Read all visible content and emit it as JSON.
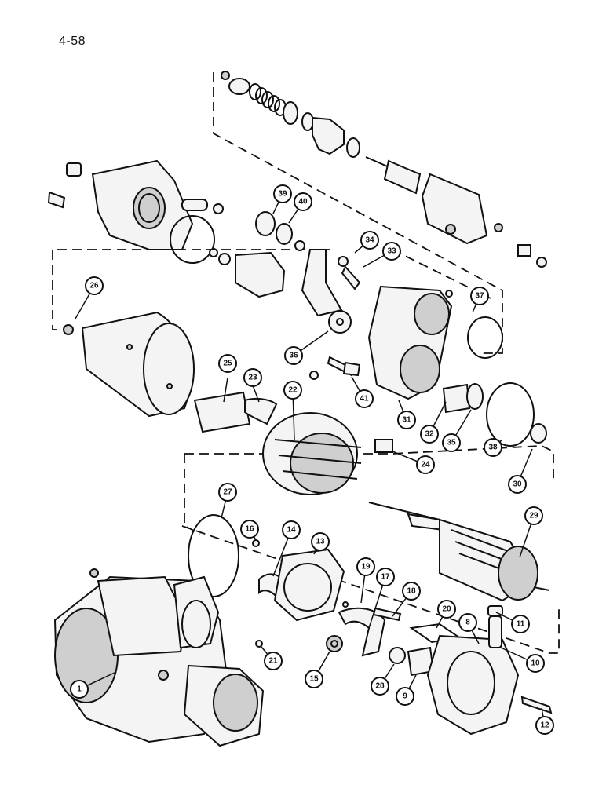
{
  "page": {
    "number": "4-58"
  },
  "callouts": [
    {
      "id": "1",
      "label": "1"
    },
    {
      "id": "8",
      "label": "8"
    },
    {
      "id": "9",
      "label": "9"
    },
    {
      "id": "10",
      "label": "10"
    },
    {
      "id": "11",
      "label": "11"
    },
    {
      "id": "12",
      "label": "12"
    },
    {
      "id": "13",
      "label": "13"
    },
    {
      "id": "14",
      "label": "14"
    },
    {
      "id": "15",
      "label": "15"
    },
    {
      "id": "16",
      "label": "16"
    },
    {
      "id": "17",
      "label": "17"
    },
    {
      "id": "18",
      "label": "18"
    },
    {
      "id": "19",
      "label": "19"
    },
    {
      "id": "20",
      "label": "20"
    },
    {
      "id": "21",
      "label": "21"
    },
    {
      "id": "22",
      "label": "22"
    },
    {
      "id": "23",
      "label": "23"
    },
    {
      "id": "24",
      "label": "24"
    },
    {
      "id": "25",
      "label": "25"
    },
    {
      "id": "26",
      "label": "26"
    },
    {
      "id": "27",
      "label": "27"
    },
    {
      "id": "28",
      "label": "28"
    },
    {
      "id": "29",
      "label": "29"
    },
    {
      "id": "30",
      "label": "30"
    },
    {
      "id": "31",
      "label": "31"
    },
    {
      "id": "32",
      "label": "32"
    },
    {
      "id": "33",
      "label": "33"
    },
    {
      "id": "34",
      "label": "34"
    },
    {
      "id": "35",
      "label": "35"
    },
    {
      "id": "36",
      "label": "36"
    },
    {
      "id": "37",
      "label": "37"
    },
    {
      "id": "38",
      "label": "38"
    },
    {
      "id": "39",
      "label": "39"
    },
    {
      "id": "40",
      "label": "40"
    },
    {
      "id": "41",
      "label": "41"
    }
  ]
}
